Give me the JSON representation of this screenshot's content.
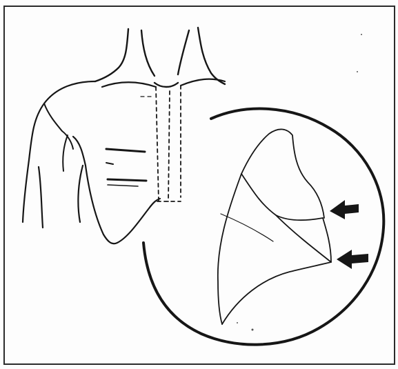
{
  "figure": {
    "colors": {
      "ink": "#161616",
      "paper": "#fdfdfd",
      "frame": "#2a2a2a"
    },
    "parts": [
      "torso-outline",
      "neck-outline",
      "left-shoulder-arm-outline",
      "chest-markings",
      "dashed-sternum-column",
      "magnifier-circle",
      "inset-shape",
      "upper-arrow-icon",
      "lower-arrow-icon"
    ]
  }
}
